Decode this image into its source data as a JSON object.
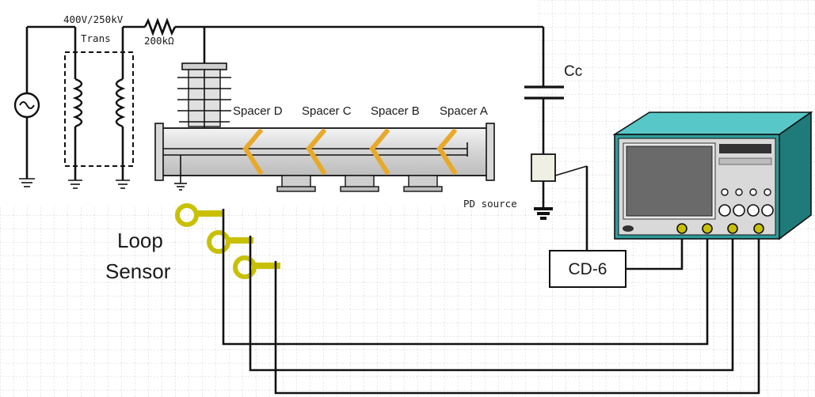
{
  "labels": {
    "supply_rating": "400V/250kV",
    "transformer": "Trans",
    "resistor": "200kΩ",
    "coupling_capacitor": "Cc",
    "spacer_d": "Spacer D",
    "spacer_c": "Spacer C",
    "spacer_b": "Spacer B",
    "spacer_a": "Spacer A",
    "pd_source": "PD source",
    "loop_sensor_line1": "Loop",
    "loop_sensor_line2": "Sensor",
    "detector": "CD-6"
  },
  "colors": {
    "grid_line": "#c9c9c9",
    "gis_body": "#e6e6e6",
    "spacer": "#e8a92a",
    "sensor": "#c8c000",
    "oscilloscope_front": "#2e9b9b",
    "oscilloscope_top": "#57c7c7",
    "oscilloscope_side": "#1f7a7a",
    "wire": "#111111"
  },
  "icons": [
    "ac-source-icon",
    "transformer-icon",
    "resistor-icon",
    "capacitor-icon",
    "ground-icon",
    "loop-sensor-icon",
    "oscilloscope-icon"
  ]
}
